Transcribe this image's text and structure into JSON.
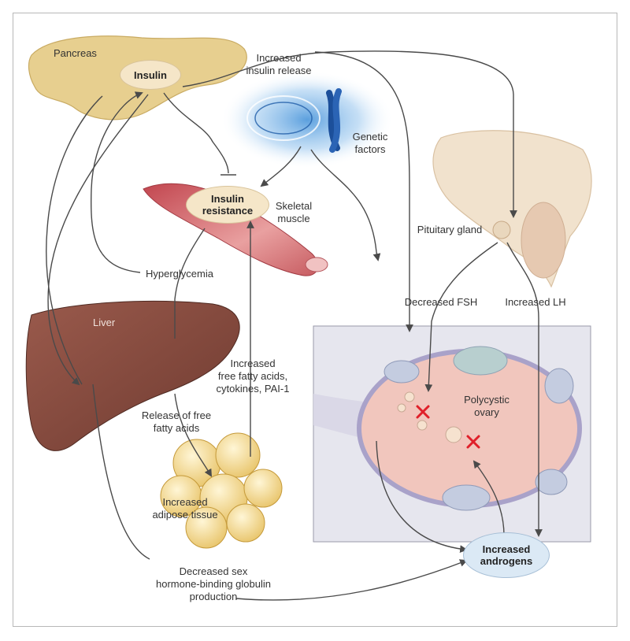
{
  "nodes": {
    "insulin": "Insulin",
    "insulin_resistance": "Insulin\nresistance",
    "increased_androgens": "Increased\nandrogens"
  },
  "labels": {
    "pancreas": "Pancreas",
    "increased_insulin_release": "Increased\ninsulin release",
    "genetic_factors": "Genetic\nfactors",
    "skeletal_muscle": "Skeletal\nmuscle",
    "pituitary_gland": "Pituitary gland",
    "hyperglycemia": "Hyperglycemia",
    "liver": "Liver",
    "decreased_fsh": "Decreased FSH",
    "increased_lh": "Increased LH",
    "increased_ffa": "Increased\nfree fatty acids,\ncytokines, PAI-1",
    "release_ffa": "Release of free\nfatty acids",
    "polycystic_ovary": "Polycystic\novary",
    "increased_adipose": "Increased\nadipose tissue",
    "decreased_shbg": "Decreased sex\nhormone-binding globulin\nproduction"
  },
  "colors": {
    "node_fill": "#f5e6c8",
    "androgen_fill": "#dbe9f5",
    "arrow": "#4a4a4a",
    "block_x": "#e0202a"
  }
}
